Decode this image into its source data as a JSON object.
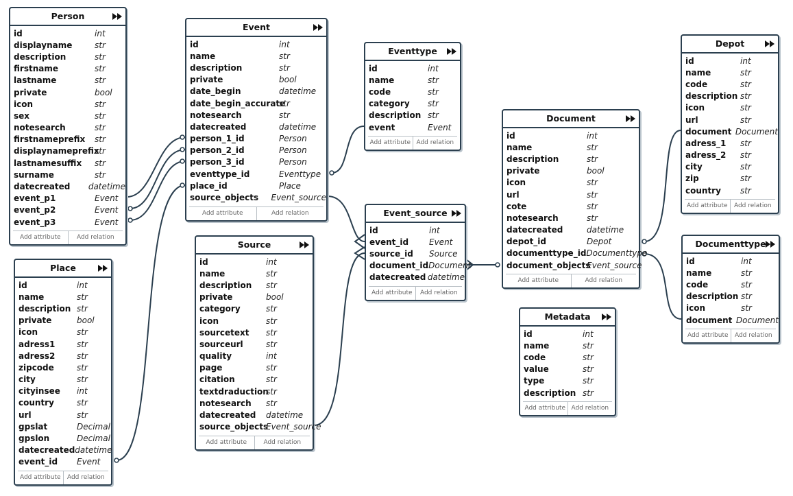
{
  "ui": {
    "add_attribute": "Add attribute",
    "add_relation": "Add relation"
  },
  "colors": {
    "edge": "#2b3f4f",
    "border": "#2b3f4f"
  },
  "tables": [
    {
      "name": "Person",
      "fields": [
        [
          "id",
          "int"
        ],
        [
          "displayname",
          "str"
        ],
        [
          "description",
          "str"
        ],
        [
          "firstname",
          "str"
        ],
        [
          "lastname",
          "str"
        ],
        [
          "private",
          "bool"
        ],
        [
          "icon",
          "str"
        ],
        [
          "sex",
          "str"
        ],
        [
          "notesearch",
          "str"
        ],
        [
          "firstnameprefix",
          "str"
        ],
        [
          "displaynameprefix",
          "str"
        ],
        [
          "lastnamesuffix",
          "str"
        ],
        [
          "surname",
          "str"
        ],
        [
          "datecreated",
          "datetime"
        ],
        [
          "event_p1",
          "Event"
        ],
        [
          "event_p2",
          "Event"
        ],
        [
          "event_p3",
          "Event"
        ]
      ]
    },
    {
      "name": "Event",
      "fields": [
        [
          "id",
          "int"
        ],
        [
          "name",
          "str"
        ],
        [
          "description",
          "str"
        ],
        [
          "private",
          "bool"
        ],
        [
          "date_begin",
          "datetime"
        ],
        [
          "date_begin_accurate",
          "str"
        ],
        [
          "notesearch",
          "str"
        ],
        [
          "datecreated",
          "datetime"
        ],
        [
          "person_1_id",
          "Person"
        ],
        [
          "person_2_id",
          "Person"
        ],
        [
          "person_3_id",
          "Person"
        ],
        [
          "eventtype_id",
          "Eventtype"
        ],
        [
          "place_id",
          "Place"
        ],
        [
          "source_objects",
          "Event_source"
        ]
      ]
    },
    {
      "name": "Eventtype",
      "fields": [
        [
          "id",
          "int"
        ],
        [
          "name",
          "str"
        ],
        [
          "code",
          "str"
        ],
        [
          "category",
          "str"
        ],
        [
          "description",
          "str"
        ],
        [
          "event",
          "Event"
        ]
      ]
    },
    {
      "name": "Depot",
      "fields": [
        [
          "id",
          "int"
        ],
        [
          "name",
          "str"
        ],
        [
          "code",
          "str"
        ],
        [
          "description",
          "str"
        ],
        [
          "icon",
          "str"
        ],
        [
          "url",
          "str"
        ],
        [
          "document",
          "Document"
        ],
        [
          "adress_1",
          "str"
        ],
        [
          "adress_2",
          "str"
        ],
        [
          "city",
          "str"
        ],
        [
          "zip",
          "str"
        ],
        [
          "country",
          "str"
        ]
      ]
    },
    {
      "name": "Document",
      "fields": [
        [
          "id",
          "int"
        ],
        [
          "name",
          "str"
        ],
        [
          "description",
          "str"
        ],
        [
          "private",
          "bool"
        ],
        [
          "icon",
          "str"
        ],
        [
          "url",
          "str"
        ],
        [
          "cote",
          "str"
        ],
        [
          "notesearch",
          "str"
        ],
        [
          "datecreated",
          "datetime"
        ],
        [
          "depot_id",
          "Depot"
        ],
        [
          "documenttype_id",
          "Documenttype"
        ],
        [
          "document_objects",
          "Event_source"
        ]
      ]
    },
    {
      "name": "Event_source",
      "fields": [
        [
          "id",
          "int"
        ],
        [
          "event_id",
          "Event"
        ],
        [
          "source_id",
          "Source"
        ],
        [
          "document_id",
          "Document"
        ],
        [
          "datecreated",
          "datetime"
        ]
      ]
    },
    {
      "name": "Documenttype",
      "fields": [
        [
          "id",
          "int"
        ],
        [
          "name",
          "str"
        ],
        [
          "code",
          "str"
        ],
        [
          "description",
          "str"
        ],
        [
          "icon",
          "str"
        ],
        [
          "document",
          "Document"
        ]
      ]
    },
    {
      "name": "Source",
      "fields": [
        [
          "id",
          "int"
        ],
        [
          "name",
          "str"
        ],
        [
          "description",
          "str"
        ],
        [
          "private",
          "bool"
        ],
        [
          "category",
          "str"
        ],
        [
          "icon",
          "str"
        ],
        [
          "sourcetext",
          "str"
        ],
        [
          "sourceurl",
          "str"
        ],
        [
          "quality",
          "int"
        ],
        [
          "page",
          "str"
        ],
        [
          "citation",
          "str"
        ],
        [
          "textdraduction",
          "str"
        ],
        [
          "notesearch",
          "str"
        ],
        [
          "datecreated",
          "datetime"
        ],
        [
          "source_objects",
          "Event_source"
        ]
      ]
    },
    {
      "name": "Place",
      "fields": [
        [
          "id",
          "int"
        ],
        [
          "name",
          "str"
        ],
        [
          "description",
          "str"
        ],
        [
          "private",
          "bool"
        ],
        [
          "icon",
          "str"
        ],
        [
          "adress1",
          "str"
        ],
        [
          "adress2",
          "str"
        ],
        [
          "zipcode",
          "str"
        ],
        [
          "city",
          "str"
        ],
        [
          "cityinsee",
          "int"
        ],
        [
          "country",
          "str"
        ],
        [
          "url",
          "str"
        ],
        [
          "gpslat",
          "Decimal"
        ],
        [
          "gpslon",
          "Decimal"
        ],
        [
          "datecreated",
          "datetime"
        ],
        [
          "event_id",
          "Event"
        ]
      ]
    },
    {
      "name": "Metadata",
      "fields": [
        [
          "id",
          "int"
        ],
        [
          "name",
          "str"
        ],
        [
          "code",
          "str"
        ],
        [
          "value",
          "str"
        ],
        [
          "type",
          "str"
        ],
        [
          "description",
          "str"
        ]
      ]
    }
  ]
}
